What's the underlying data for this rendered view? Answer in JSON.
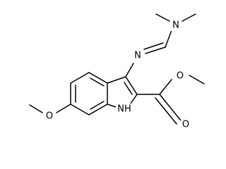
{
  "molecule": {
    "atoms": {
      "amidine_n_top": "N",
      "imine_n": "N",
      "ester_carbonyl_o": "O",
      "ester_ether_o": "O",
      "methoxy_o": "O",
      "indole_nh": "NH"
    }
  }
}
